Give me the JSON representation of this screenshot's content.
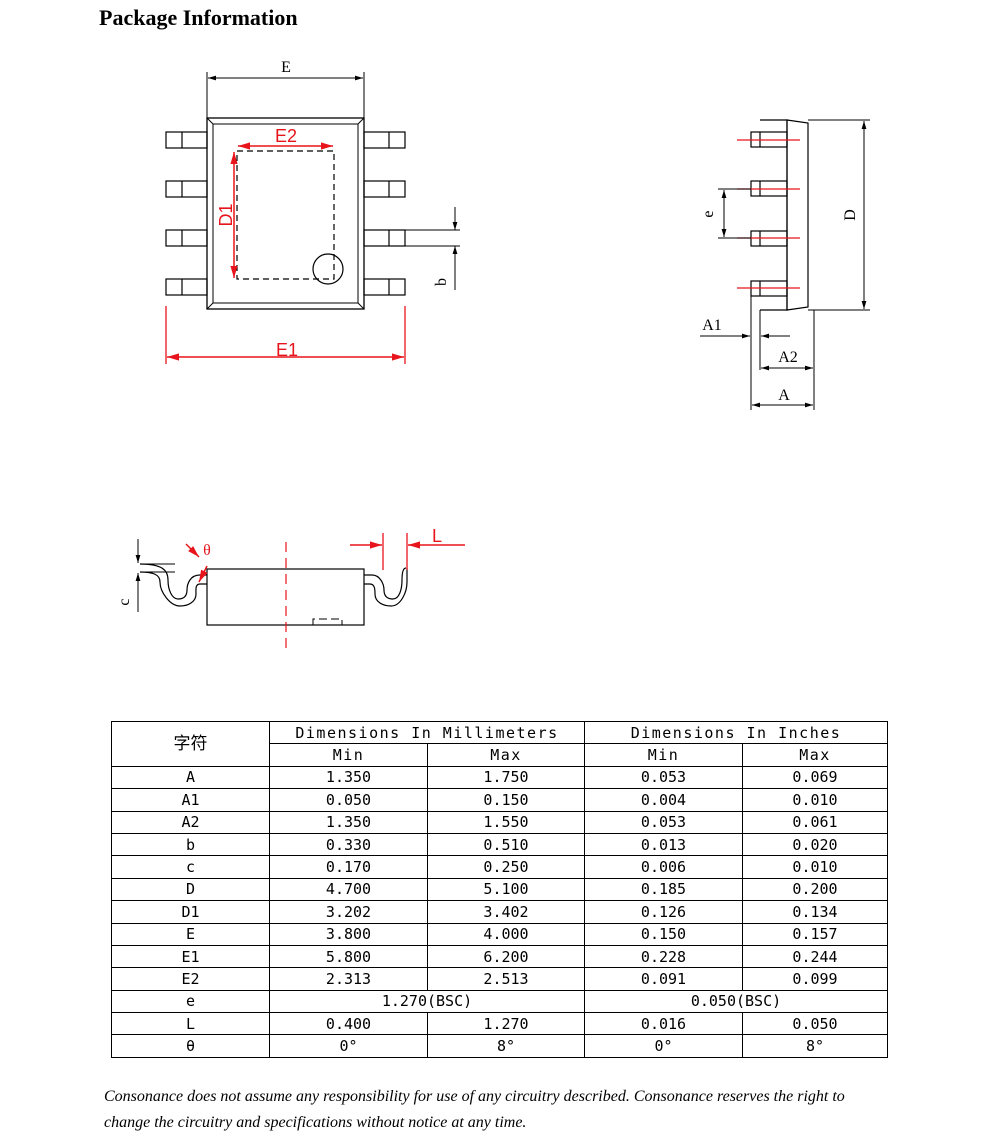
{
  "page": {
    "title": "Package Information"
  },
  "top_view": {
    "labels": {
      "E": "E",
      "E2": "E2",
      "D1": "D1",
      "b": "b",
      "E1": "E1"
    }
  },
  "side_view": {
    "labels": {
      "e": "e",
      "D": "D",
      "A1": "A1",
      "A2": "A2",
      "A": "A"
    }
  },
  "front_view": {
    "labels": {
      "theta": "θ",
      "L": "L",
      "c": "c"
    }
  },
  "table": {
    "symbol_header": "字符",
    "mm_header": "Dimensions In Millimeters",
    "in_header": "Dimensions In Inches",
    "min_label": "Min",
    "max_label": "Max",
    "rows": [
      {
        "sym": "A",
        "mm_min": "1.350",
        "mm_max": "1.750",
        "in_min": "0.053",
        "in_max": "0.069"
      },
      {
        "sym": "A1",
        "mm_min": "0.050",
        "mm_max": "0.150",
        "in_min": "0.004",
        "in_max": "0.010"
      },
      {
        "sym": "A2",
        "mm_min": "1.350",
        "mm_max": "1.550",
        "in_min": "0.053",
        "in_max": "0.061"
      },
      {
        "sym": "b",
        "mm_min": "0.330",
        "mm_max": "0.510",
        "in_min": "0.013",
        "in_max": "0.020"
      },
      {
        "sym": "c",
        "mm_min": "0.170",
        "mm_max": "0.250",
        "in_min": "0.006",
        "in_max": "0.010"
      },
      {
        "sym": "D",
        "mm_min": "4.700",
        "mm_max": "5.100",
        "in_min": "0.185",
        "in_max": "0.200"
      },
      {
        "sym": "D1",
        "mm_min": "3.202",
        "mm_max": "3.402",
        "in_min": "0.126",
        "in_max": "0.134"
      },
      {
        "sym": "E",
        "mm_min": "3.800",
        "mm_max": "4.000",
        "in_min": "0.150",
        "in_max": "0.157"
      },
      {
        "sym": "E1",
        "mm_min": "5.800",
        "mm_max": "6.200",
        "in_min": "0.228",
        "in_max": "0.244"
      },
      {
        "sym": "E2",
        "mm_min": "2.313",
        "mm_max": "2.513",
        "in_min": "0.091",
        "in_max": "0.099"
      }
    ],
    "e_row": {
      "sym": "e",
      "mm": "1.270(BSC)",
      "in": "0.050(BSC)"
    },
    "L_row": {
      "sym": "L",
      "mm_min": "0.400",
      "mm_max": "1.270",
      "in_min": "0.016",
      "in_max": "0.050"
    },
    "theta_row": {
      "sym": "θ",
      "mm_min": "0°",
      "mm_max": "8°",
      "in_min": "0°",
      "in_max": "8°"
    }
  },
  "disclaimer": "Consonance does not assume any responsibility for use of any circuitry described. Consonance reserves the right to change the circuitry and specifications without notice at any time.",
  "colors": {
    "dimension_red": "#e8141b",
    "line": "#000000"
  }
}
